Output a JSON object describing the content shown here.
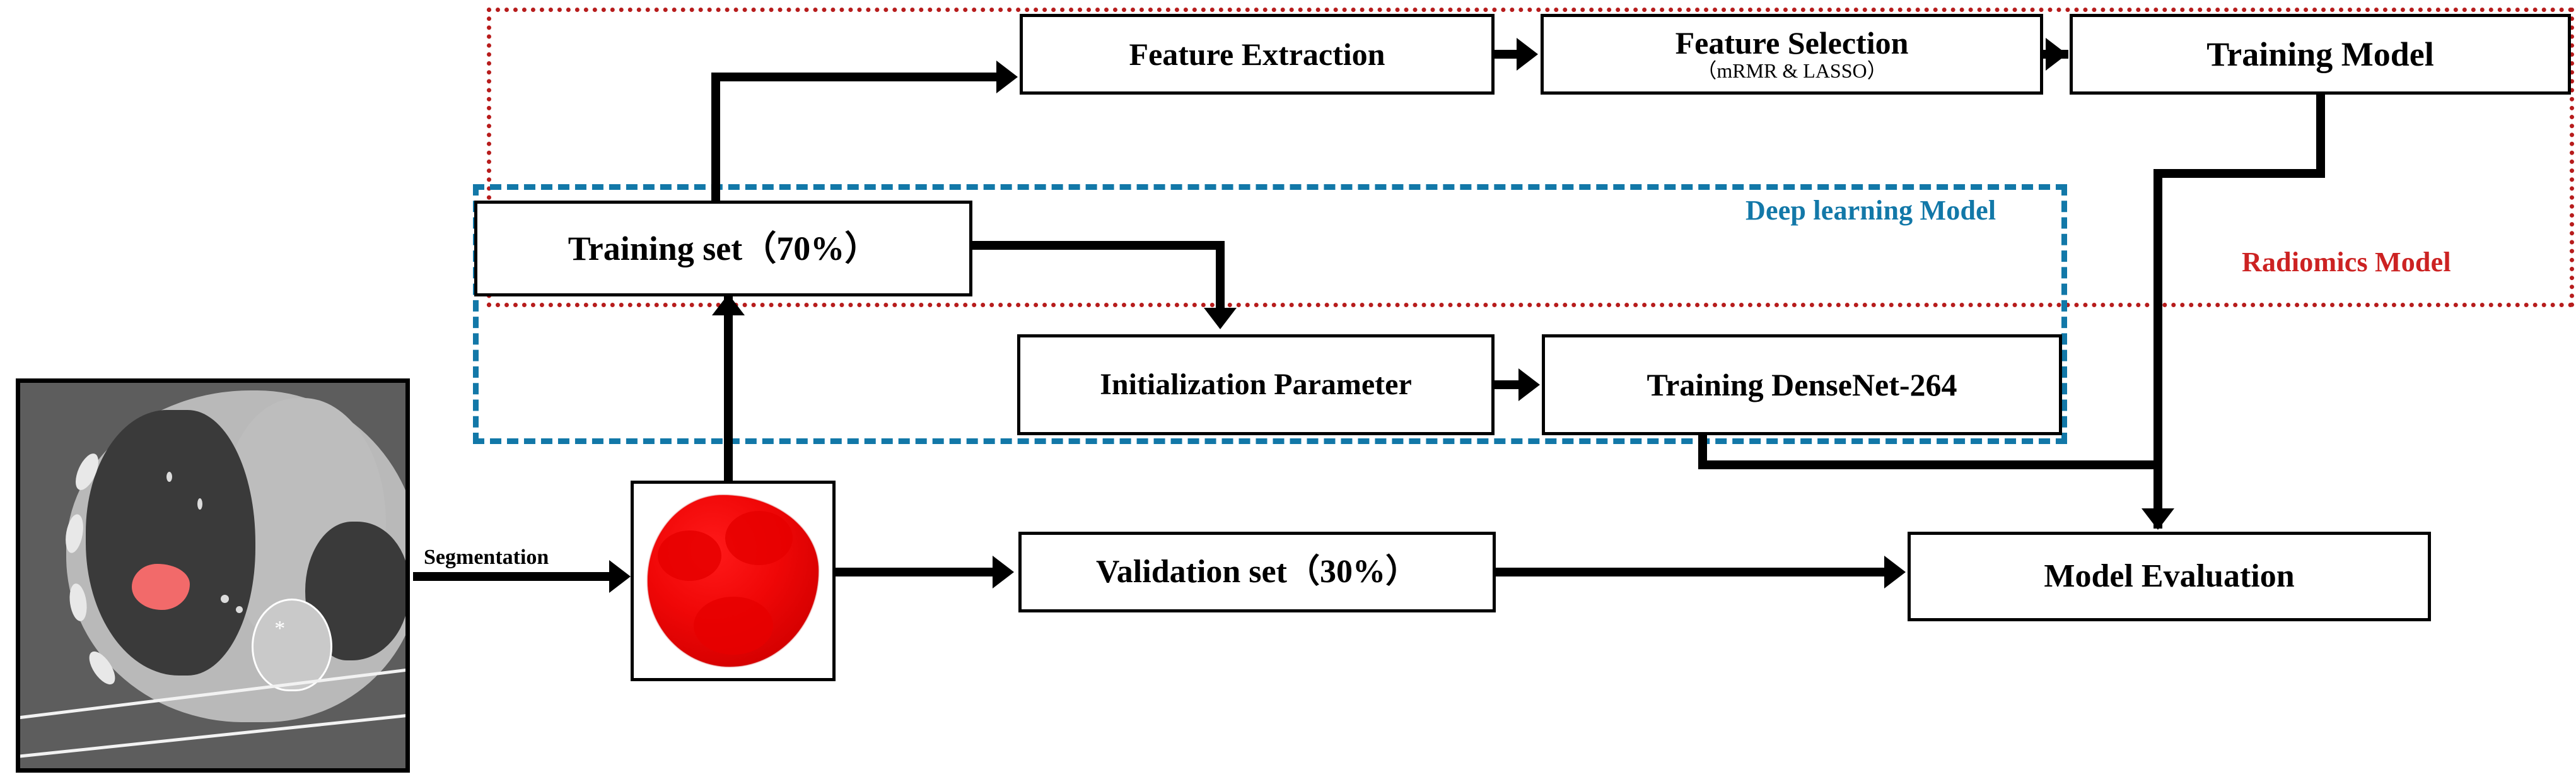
{
  "diagram": {
    "title": "Radiomics and deep learning model workflow",
    "colors": {
      "radiomics_border": "#b71c1c",
      "radiomics_label": "#cc2222",
      "deep_border": "#1278a8",
      "deep_label": "#1278a8",
      "node_border": "#000000",
      "connector": "#000000",
      "tumor": "#f00707",
      "nodule_overlay": "#f26a6a"
    }
  },
  "groups": {
    "radiomics": {
      "label": "Radiomics Model"
    },
    "deep_learning": {
      "label": "Deep learning Model"
    }
  },
  "nodes": {
    "ct_image": {
      "name": "Axial chest CT slice with segmented lung nodule"
    },
    "tumor_3d": {
      "name": "3D rendering of segmented tumor volume"
    },
    "training_set": {
      "title": "Training set（70%）"
    },
    "validation_set": {
      "title": "Validation set（30%）"
    },
    "feature_extraction": {
      "title": "Feature Extraction"
    },
    "feature_selection": {
      "title": "Feature Selection",
      "subtitle": "（mRMR & LASSO）"
    },
    "training_model": {
      "title": "Training Model"
    },
    "initialization_parameter": {
      "title": "Initialization Parameter"
    },
    "training_densenet": {
      "title": "Training DenseNet-264"
    },
    "model_evaluation": {
      "title": "Model Evaluation"
    }
  },
  "edges": {
    "segmentation": {
      "label": "Segmentation"
    }
  }
}
